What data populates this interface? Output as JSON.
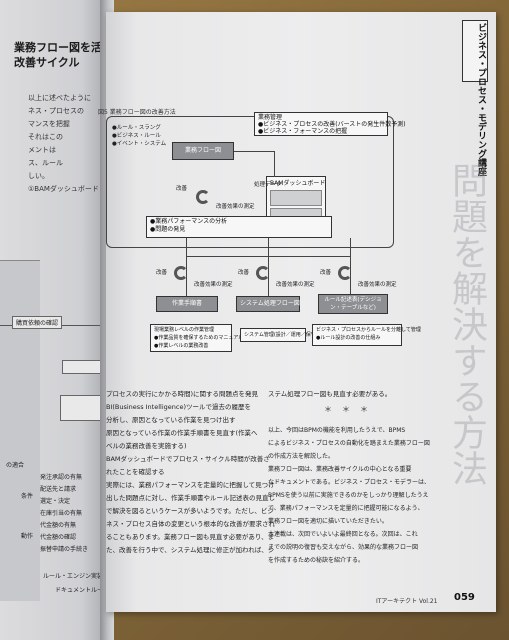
{
  "left_page": {
    "title_lines": [
      "業務フロー図を活用した",
      "改善サイクル"
    ],
    "text_lines": [
      "以上に述べたように",
      "ネス・プロセスの",
      "マンスを把握",
      "それはこの",
      "メントは",
      "ス、ルール",
      "しい。",
      "①BAMダッシュボード"
    ],
    "box_label": "購買依頼の確認",
    "table_header": "の適合",
    "table_rows": [
      "発注承認の有無",
      "配送先と請求",
      "選定・決定",
      "在庫引当の有無",
      "代金額の有無",
      "代金額の確認",
      "振替申請の手続き"
    ],
    "row_tags": [
      "条件",
      "動作"
    ],
    "bottom_labels": [
      "ルール・エンジン実装",
      "ドキュメントルール"
    ]
  },
  "right_page": {
    "side_banner": "ビジネス・プロセス・モデリング講座",
    "watermark": "問題を解決する方法",
    "figure_caption": "図5 業務フロー図の改善方法",
    "diagram": {
      "top_left_note": [
        "●ルール・スラング",
        "●ビジネス・ルール",
        "●イベント・システム"
      ],
      "top_right_note": [
        "業務管理",
        "●ビジネス・プロセスの改善(バーストの発生件数予測)",
        "●ビジネス・フォーマンスの把握"
      ],
      "flow_box": "業務フロー図",
      "dashboard_box": "BAMダッシュボード",
      "mid_label": "改善",
      "data_label": "処理データ",
      "cycle_label": "改善効果の測定",
      "analysis": [
        "●業務パフォーマンスの分析",
        "●問題の発見"
      ],
      "bottom_boxes": [
        "作業手順書",
        "システム処理フロー図",
        "ルール記述表(デシジョン・テーブルなど)"
      ],
      "cycle_tags": [
        "改善",
        "改善効果の測定"
      ],
      "bottom_notes_1": [
        "現場業務レベルの作業管理",
        "●作業品質を確保するためのマニュアル",
        "●作業レベルの業務改善"
      ],
      "bottom_notes_2": [
        "システム管理(設計／運用／保守)"
      ],
      "bottom_notes_3": [
        "ビジネス・プロセスからルールを分離して管理",
        "●ルール設計の改善の仕組み"
      ]
    },
    "left_column": [
      "プロセスの実行にかかる時間)に関する問題点を発見",
      "BI(Business Intelligence)ツールで過去の履歴を",
      "分析し、原因となっている作業を見つけ出す",
      "原因となっている作業の作業手順書を見直す(作業へ",
      "ベルの業務改善を実施する)",
      "BAMダッシュボードでプロセス・サイクル時間が改善さ",
      "れたことを確認する",
      "実際には、業務パフォーマンスを定量的に把握して見つけ",
      "出した問題点に対し、作業手順書やルール記述表の見直し",
      "で解決を図るというケースが多いようです。ただし、ビジ",
      "ネス・プロセス自体の変更という根本的な改善が要求され",
      "ることもあります。業務フロー図も見直す必要があり、ま",
      "た、改善を行う中で、システム処理に修正が加われば、シ"
    ],
    "right_column_top": "ステム処理フロー図も見直す必要がある。",
    "stars": "＊＊＊",
    "right_column": [
      "以上、今回はBPMの機能を利用したうえで、BPMS",
      "によるビジネス・プロセスの自動化を踏まえた業務フロー図",
      "の作成方法を解説した。",
      "業務フロー図は、業務改善サイクルの中心となる重要",
      "なドキュメントである。ビジネス・プロセス・モデラーは、",
      "BPMSを使う以前に実施できるのかをしっかり理解したうえ",
      "で、業務パフォーマンスを定量的に把握可能になるよう、",
      "業務フロー図を適切に描いていただきたい。",
      "本連載は、次回でいよいよ最終回となる。次回は、これ",
      "までの説明の復習も交えながら、効果的な業務フロー図",
      "を作成するための秘訣を紹介する。"
    ],
    "footer": "ITアーキテクト Vol.21",
    "page_number": "059"
  }
}
